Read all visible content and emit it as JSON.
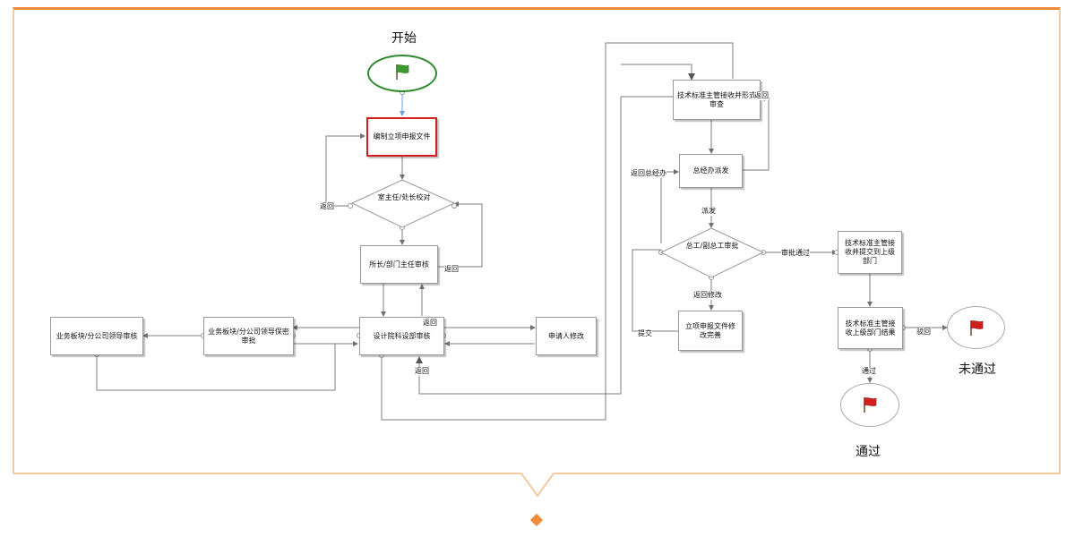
{
  "start": {
    "label": "开始"
  },
  "end_pass": {
    "label": "通过"
  },
  "end_fail": {
    "label": "未通过"
  },
  "nodes": {
    "draft": "编制立项申报文件",
    "section_check": "室主任/处长校对",
    "dept_review": "所长/部门主任审核",
    "institute_review": "设计院科设部审核",
    "applicant_edit": "申请人修改",
    "secret_review": "业务板块/分公司领导保密审批",
    "leader_review": "业务板块/分公司领导审核",
    "tech_receive": "技术标准主管接收并形式审查",
    "gm_office": "总经办派发",
    "chief_engineer": "总工/副总工审批",
    "revise_complete": "立项申报文件修改完善",
    "submit_dept": "技术标准主管接收并提交到上级部门",
    "receive_result": "技术标准主管接收上级部门结果"
  },
  "edge_labels": {
    "back1": "返回",
    "back2": "返回",
    "back3": "返回",
    "back4": "返回",
    "back5": "返回",
    "back_gm": "返回总经办",
    "dispatch": "派发",
    "approved": "审批通过",
    "back_edit": "返回修改",
    "submit": "提交",
    "reject": "驳回",
    "pass": "通过"
  },
  "colors": {
    "accent": "#ef8b3a",
    "frame": "#f6c9a2",
    "start_ring": "#2f8a2f",
    "highlight": "#d31f1f"
  }
}
